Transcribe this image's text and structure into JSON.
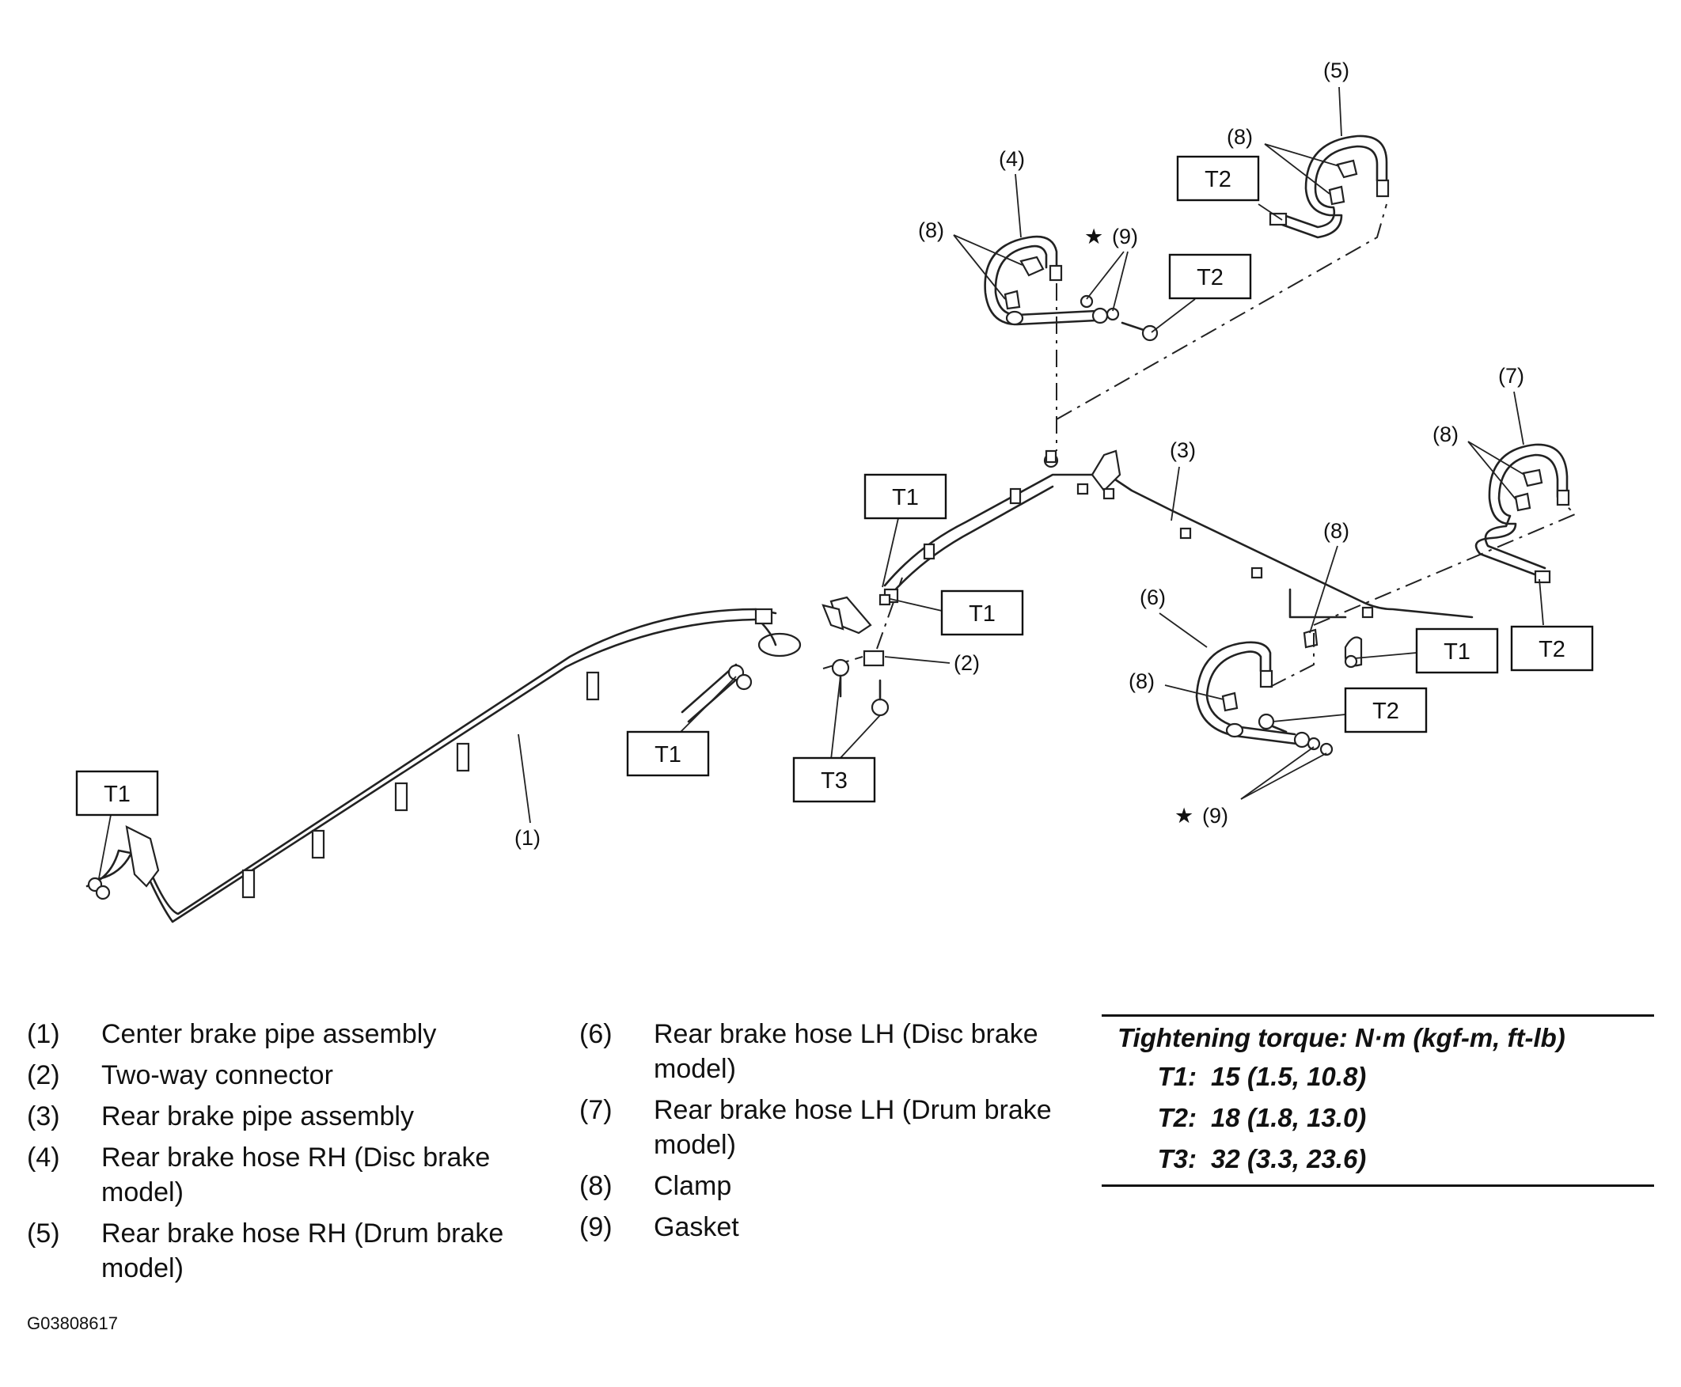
{
  "callouts": {
    "n1": "(1)",
    "n2": "(2)",
    "n3": "(3)",
    "n4": "(4)",
    "n5": "(5)",
    "n6": "(6)",
    "n7": "(7)",
    "n8": "(8)",
    "n9": "(9)"
  },
  "torque_labels": {
    "t1": "T1",
    "t2": "T2",
    "t3": "T3"
  },
  "star_glyph": "★",
  "legend": {
    "col1": [
      {
        "num": "(1)",
        "text": "Center brake pipe assembly"
      },
      {
        "num": "(2)",
        "text": "Two-way connector"
      },
      {
        "num": "(3)",
        "text": "Rear brake pipe assembly"
      },
      {
        "num": "(4)",
        "text": "Rear brake hose RH (Disc brake model)"
      },
      {
        "num": "(5)",
        "text": "Rear brake hose RH (Drum brake model)"
      }
    ],
    "col2": [
      {
        "num": "(6)",
        "text": "Rear brake hose LH (Disc brake model)"
      },
      {
        "num": "(7)",
        "text": "Rear brake hose LH (Drum brake model)"
      },
      {
        "num": "(8)",
        "text": "Clamp"
      },
      {
        "num": "(9)",
        "text": "Gasket"
      }
    ]
  },
  "torque_table": {
    "title": "Tightening torque: N·m (kgf-m, ft-lb)",
    "rows": [
      {
        "key": "T1:",
        "value": "15 (1.5, 10.8)"
      },
      {
        "key": "T2:",
        "value": "18 (1.8, 13.0)"
      },
      {
        "key": "T3:",
        "value": "32 (3.3, 23.6)"
      }
    ]
  },
  "image_code": "G03808617"
}
